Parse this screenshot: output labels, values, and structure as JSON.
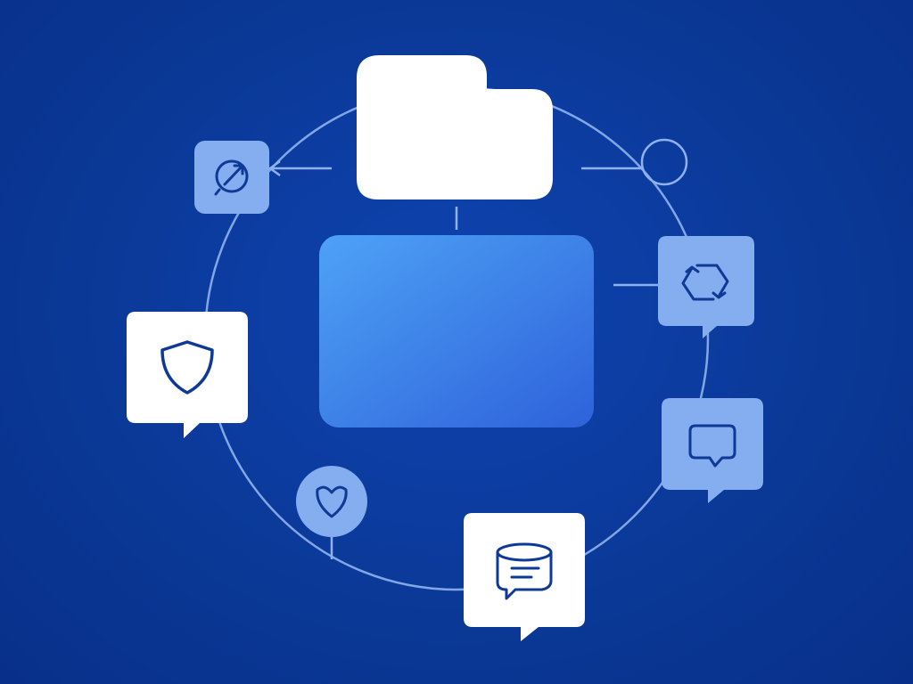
{
  "colors": {
    "background": "#0a3896",
    "ring_stroke": "#8fb2ee",
    "tile_light": "#85aef0",
    "tile_white": "#ffffff",
    "center_panel_start": "#4a9cf5",
    "center_panel_end": "#2f66dc",
    "icon_stroke": "#0e3a96"
  },
  "nodes": [
    {
      "name": "cloud-node",
      "icon": "cloud-icon",
      "style": "white"
    },
    {
      "name": "center-panel",
      "icon": "none",
      "style": "gradient"
    },
    {
      "name": "compass-node",
      "icon": "compass-icon",
      "style": "light"
    },
    {
      "name": "shield-node",
      "icon": "shield-icon",
      "style": "white"
    },
    {
      "name": "heart-shield-node",
      "icon": "heart-shield-icon",
      "style": "light"
    },
    {
      "name": "database-chat-node",
      "icon": "database-chat-icon",
      "style": "white"
    },
    {
      "name": "chat-node",
      "icon": "chat-bubble-icon",
      "style": "light"
    },
    {
      "name": "sync-node",
      "icon": "sync-hexagon-icon",
      "style": "light"
    },
    {
      "name": "ring-marker-node",
      "icon": "circle-marker-icon",
      "style": "outline"
    }
  ]
}
